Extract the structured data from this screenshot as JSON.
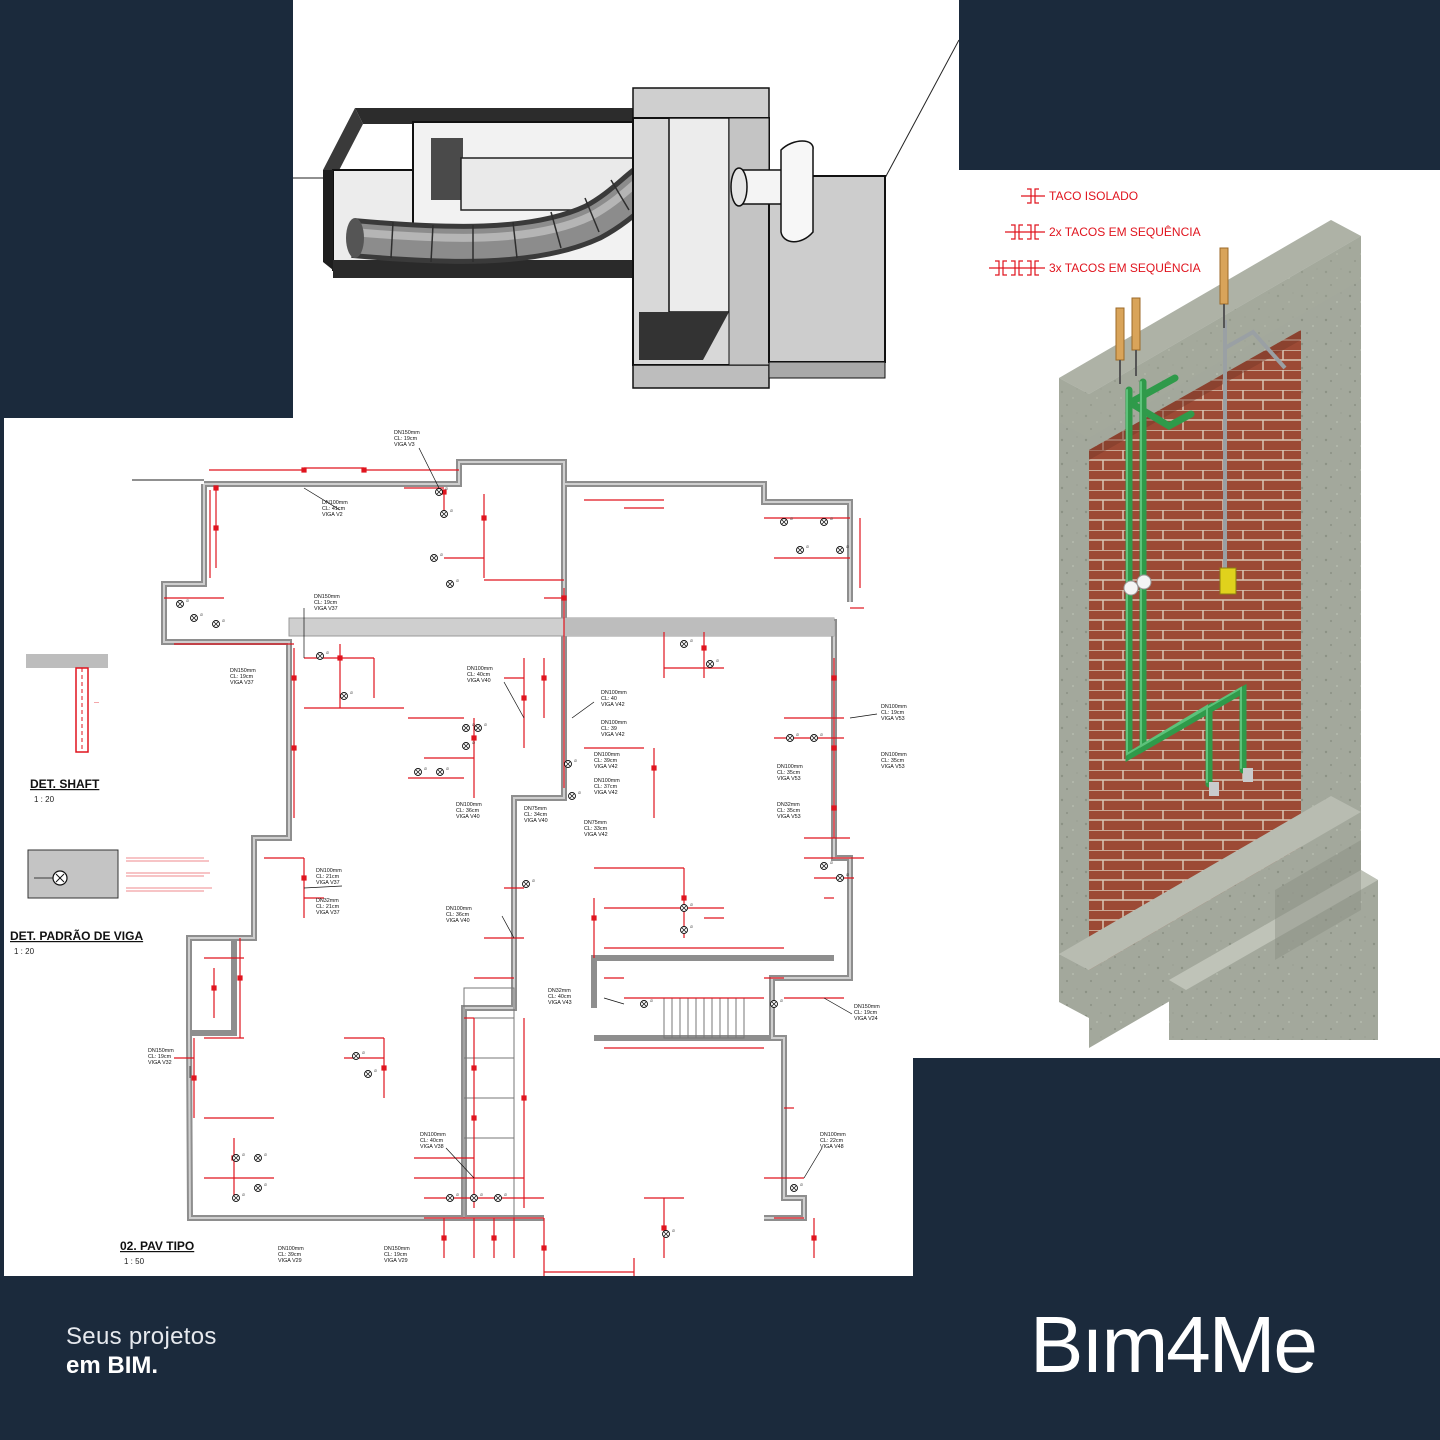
{
  "colors": {
    "background": "#1b2a3c",
    "panel": "#ffffff",
    "cad_red": "#e0141e",
    "pipe_green": "#2f9a4a",
    "brick": "#9c4a35",
    "concrete": "#a3a89c"
  },
  "render_3d": {
    "label": "3D duct render"
  },
  "floor_plan": {
    "detail_shaft": {
      "title": "DET. SHAFT",
      "scale": "1 : 20"
    },
    "detail_beam": {
      "title": "DET. PADRÃO DE VIGA",
      "scale": "1 : 20"
    },
    "plan": {
      "title": "02. PAV TIPO",
      "scale": "1 : 50"
    },
    "annotations": [
      {
        "l1": "DN150mm",
        "l2": "CL: 19cm",
        "l3": "VIGA V3"
      },
      {
        "l1": "DN100mm",
        "l2": "CL: 41cm",
        "l3": "VIGA V2"
      },
      {
        "l1": "DN150mm",
        "l2": "CL: 19cm",
        "l3": "VIGA V37"
      },
      {
        "l1": "DN150mm",
        "l2": "CL: 19cm",
        "l3": "VIGA V37"
      },
      {
        "l1": "DN100mm",
        "l2": "CL: 40cm",
        "l3": "VIGA V40"
      },
      {
        "l1": "DN100mm",
        "l2": "CL: 40",
        "l3": "VIGA V42"
      },
      {
        "l1": "DN100mm",
        "l2": "CL: 39",
        "l3": "VIGA V42"
      },
      {
        "l1": "DN100mm",
        "l2": "CL: 39cm",
        "l3": "VIGA V42"
      },
      {
        "l1": "DN100mm",
        "l2": "CL: 37cm",
        "l3": "VIGA V42"
      },
      {
        "l1": "DN100mm",
        "l2": "CL: 36cm",
        "l3": "VIGA V40"
      },
      {
        "l1": "DN75mm",
        "l2": "CL: 34cm",
        "l3": "VIGA V40"
      },
      {
        "l1": "DN75mm",
        "l2": "CL: 33cm",
        "l3": "VIGA V42"
      },
      {
        "l1": "DN100mm",
        "l2": "CL: 19cm",
        "l3": "VIGA V53"
      },
      {
        "l1": "DN100mm",
        "l2": "CL: 35cm",
        "l3": "VIGA V53"
      },
      {
        "l1": "DN100mm",
        "l2": "CL: 35cm",
        "l3": "VIGA V53"
      },
      {
        "l1": "DN32mm",
        "l2": "CL: 35cm",
        "l3": "VIGA V53"
      },
      {
        "l1": "DN100mm",
        "l2": "CL: 21cm",
        "l3": "VIGA V37"
      },
      {
        "l1": "DN32mm",
        "l2": "CL: 21cm",
        "l3": "VIGA V37"
      },
      {
        "l1": "DN100mm",
        "l2": "CL: 36cm",
        "l3": "VIGA V40"
      },
      {
        "l1": "DN32mm",
        "l2": "CL: 40cm",
        "l3": "VIGA V43"
      },
      {
        "l1": "DN150mm",
        "l2": "CL: 19cm",
        "l3": "VIGA V24"
      },
      {
        "l1": "DN150mm",
        "l2": "CL: 19cm",
        "l3": "VIGA V32"
      },
      {
        "l1": "DN100mm",
        "l2": "CL: 40cm",
        "l3": "VIGA V38"
      },
      {
        "l1": "DN100mm",
        "l2": "CL: 22cm",
        "l3": "VIGA V48"
      },
      {
        "l1": "DN100mm",
        "l2": "CL: 39cm",
        "l3": "VIGA V29"
      },
      {
        "l1": "DN150mm",
        "l2": "CL: 19cm",
        "l3": "VIGA V29"
      }
    ]
  },
  "wall_render": {
    "legend": [
      {
        "symbol": "single",
        "label": "TACO ISOLADO"
      },
      {
        "symbol": "double",
        "label": "2x TACOS EM SEQUÊNCIA"
      },
      {
        "symbol": "triple",
        "label": "3x TACOS EM SEQUÊNCIA"
      }
    ]
  },
  "tagline": {
    "line1": "Seus projetos",
    "line2": "em BIM."
  },
  "brand": {
    "logo_text": "Bım4Me"
  }
}
